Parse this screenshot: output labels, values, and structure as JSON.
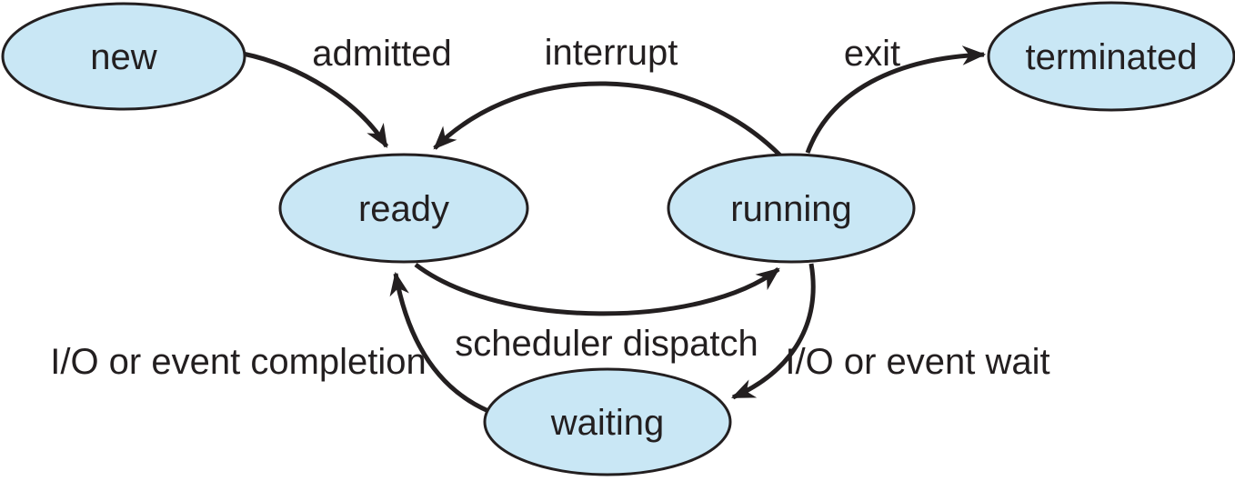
{
  "diagram": {
    "type": "state-diagram",
    "subject": "process states",
    "colors": {
      "node_fill": "#c9e7f5",
      "node_stroke": "#231f20",
      "arrow": "#231f20",
      "text": "#231f20",
      "background": "#ffffff"
    },
    "nodes": [
      {
        "id": "new",
        "label": "new"
      },
      {
        "id": "ready",
        "label": "ready"
      },
      {
        "id": "running",
        "label": "running"
      },
      {
        "id": "waiting",
        "label": "waiting"
      },
      {
        "id": "terminated",
        "label": "terminated"
      }
    ],
    "edges": [
      {
        "from": "new",
        "to": "ready",
        "label": "admitted"
      },
      {
        "from": "running",
        "to": "ready",
        "label": "interrupt"
      },
      {
        "from": "running",
        "to": "terminated",
        "label": "exit"
      },
      {
        "from": "ready",
        "to": "running",
        "label": "scheduler dispatch"
      },
      {
        "from": "running",
        "to": "waiting",
        "label": "I/O or event wait"
      },
      {
        "from": "waiting",
        "to": "ready",
        "label": "I/O or event completion"
      }
    ]
  }
}
